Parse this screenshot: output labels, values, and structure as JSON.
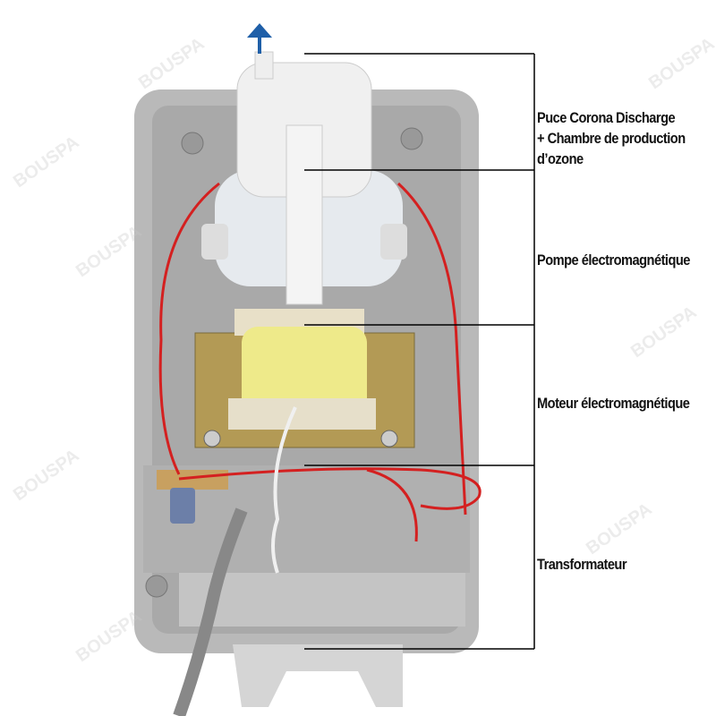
{
  "labels": {
    "corona_line1": "Puce Corona Discharge",
    "corona_line2": "+ Chambre de production",
    "corona_line3": "d’ozone",
    "pump": "Pompe électromagnétique",
    "motor": "Moteur électromagnétique",
    "transformer": "Transformateur"
  },
  "watermark": "BOUSPA",
  "colors": {
    "arrow": "#1f5fa8",
    "wire_red": "#d42020",
    "coil_yellow": "#eeea8a",
    "case_grey": "#b9b9b9"
  }
}
